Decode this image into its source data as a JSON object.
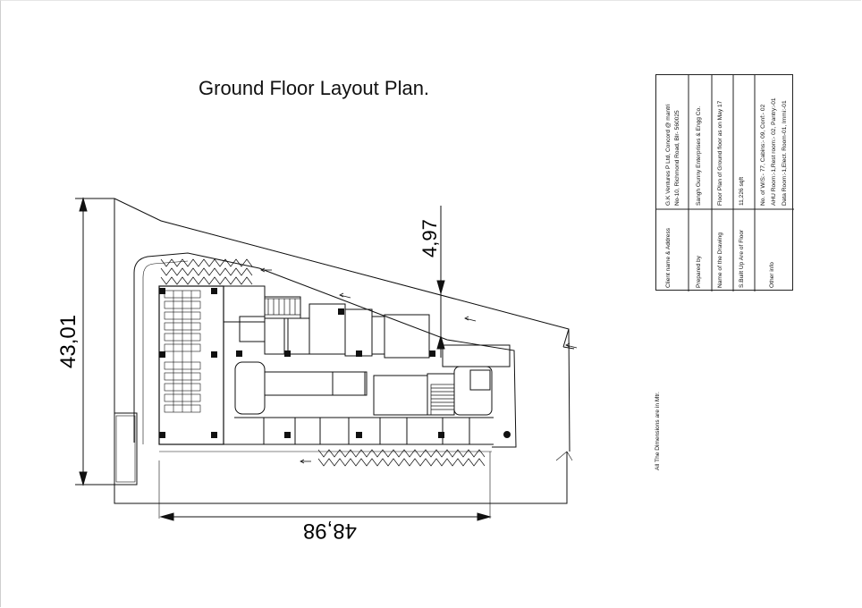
{
  "title": "Ground Floor Layout Plan.",
  "dimensions": {
    "height": "43,01",
    "width": "48,98",
    "offset": "4,97",
    "note": "All The Dimensions are in Mtr."
  },
  "plan_labels": {
    "hatch_room": "– "
  },
  "info_table": {
    "rows": [
      {
        "label": "Client name & Address",
        "value_lines": [
          "G.K Ventures P Ltd, Concord @ mantri",
          "No-10, Richmond Road, Blr- 560025"
        ]
      },
      {
        "label": "Prepared by",
        "value_lines": [
          "Sangh Gunny Enterprises & Engg Co."
        ]
      },
      {
        "label": "Name of the Drawing",
        "value_lines": [
          "Floor Plan of Ground floor as on May 17"
        ]
      },
      {
        "label": "S.Built Up Are of Floor",
        "value_lines": [
          "11,226 sqft"
        ]
      },
      {
        "label": "Other info",
        "value_lines": [
          "No. of W/S:- 77, Cabins:- 09, Conf:- 02",
          "AHU Room:-1,Rest room:- 02, Pantry:-01",
          "Data Room:-1,Elect. Room-01, Immi:-01"
        ]
      }
    ]
  }
}
